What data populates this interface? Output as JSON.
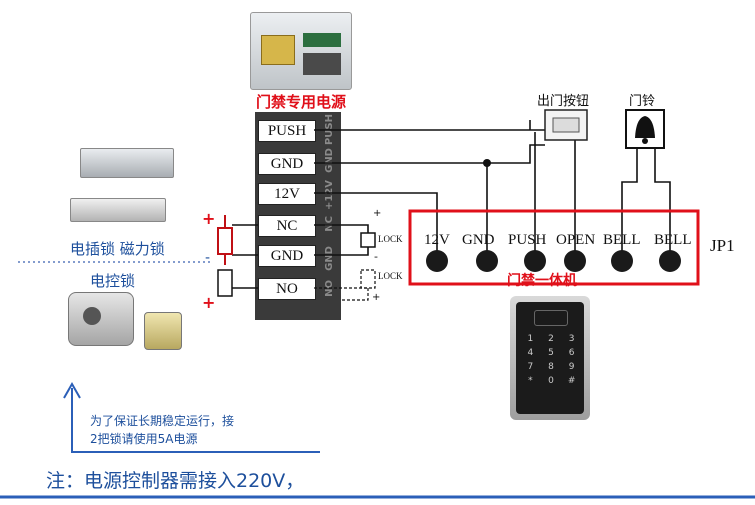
{
  "psu": {
    "title": "门禁专用电源",
    "terminals": [
      "PUSH",
      "GND",
      "12V",
      "NC",
      "GND",
      "NO"
    ],
    "strip_labels": [
      "PUSH",
      "GND",
      "+12V",
      "NC",
      "GND",
      "NO"
    ]
  },
  "controller": {
    "title": "门禁一体机",
    "jp_label": "JP1",
    "terminals": [
      "12V",
      "GND",
      "PUSH",
      "OPEN",
      "BELL",
      "BELL"
    ]
  },
  "devices": {
    "exit_button": "出门按钮",
    "doorbell": "门铃",
    "lock_label": "LOCK"
  },
  "locks": {
    "magnetic": "电插锁 磁力锁",
    "electric": "电控锁"
  },
  "notes": {
    "stability": "为了保证长期稳定运行，接\n2把锁请使用5A电源",
    "power": "注：电源控制器需接入220V，"
  },
  "symbols": {
    "plus": "+",
    "minus": "-"
  },
  "keypad": [
    "1",
    "2",
    "3",
    "4",
    "5",
    "6",
    "7",
    "8",
    "9",
    "*",
    "0",
    "#"
  ],
  "colors": {
    "accent_red": "#e0101a",
    "blue_text": "#1d4f9c",
    "frame_blue": "#2b5fb8"
  }
}
